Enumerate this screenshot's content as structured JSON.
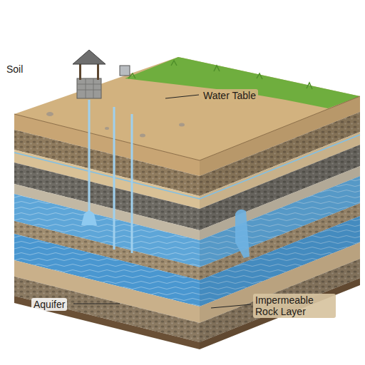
{
  "diagram": {
    "labels": [
      "Soil",
      "Water Table",
      "Aquifer",
      "Impermeable Rock Layer"
    ]
  }
}
